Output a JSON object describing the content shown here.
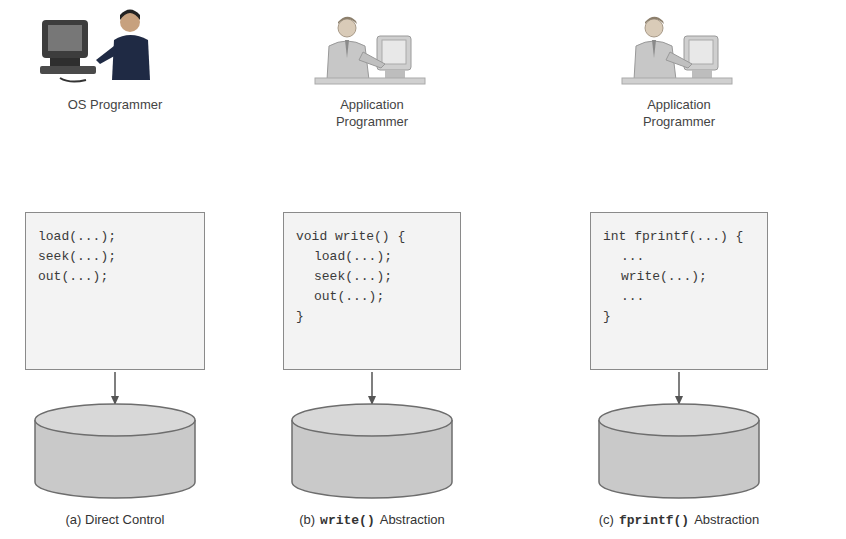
{
  "diagram": {
    "nodes": [
      {
        "text": [
          "load(...);",
          "seek(...);",
          "out(...);"
        ]
      },
      {
        "text": [
          "void write() {",
          "load(...);",
          "seek(...);",
          "out(...);",
          "}"
        ]
      },
      {
        "text": [
          "int fprintf(...) {",
          "...",
          "write(...);",
          "...",
          "}"
        ]
      }
    ],
    "labels": [
      "OS Programmer",
      "Application Programmer",
      "Application Programmer",
      "(a) Direct Control",
      "(b)",
      "write()",
      "Abstraction",
      "(c)",
      "fprintf()",
      "Abstraction"
    ]
  }
}
